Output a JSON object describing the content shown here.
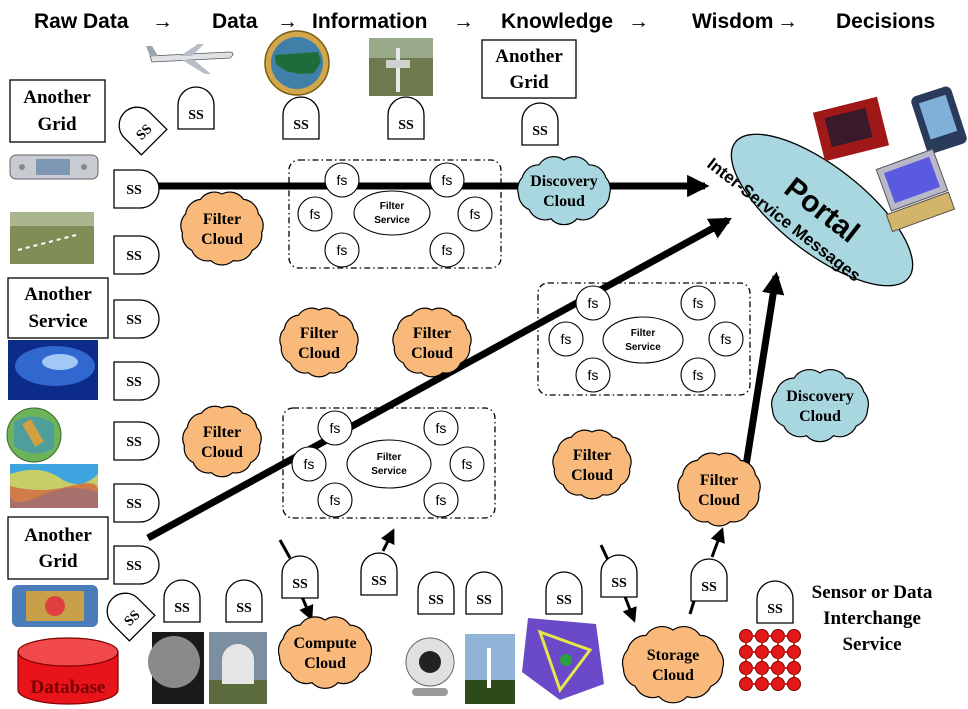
{
  "header": {
    "raw_data": "Raw Data",
    "data": "Data",
    "information": "Information",
    "knowledge": "Knowledge",
    "wisdom": "Wisdom",
    "decisions": "Decisions",
    "arrow": "→"
  },
  "labels": {
    "another_grid": [
      "Another",
      "Grid"
    ],
    "another_service": [
      "Another",
      "Service"
    ],
    "ss": "SS",
    "fs": "fs",
    "filter_service": [
      "Filter",
      "Service"
    ],
    "filter_cloud": [
      "Filter",
      "Cloud"
    ],
    "discovery_cloud": [
      "Discovery",
      "Cloud"
    ],
    "compute_cloud": [
      "Compute",
      "Cloud"
    ],
    "storage_cloud": [
      "Storage",
      "Cloud"
    ],
    "portal": "Portal",
    "inter_service_messages": "Inter-Service Messages",
    "database": "Database",
    "sensor_service": [
      "Sensor or Data",
      "Interchange",
      "Service"
    ]
  },
  "colors": {
    "filter_cloud": "#f9b97a",
    "discovery_cloud": "#a9d7df",
    "portal": "#a9d7df",
    "database": "#e8141a",
    "database_text": "#7a0000"
  },
  "icons": [
    "airplane-icon",
    "us-map-icon",
    "field-sensor-photo",
    "cellphone-icon",
    "field-photo",
    "blue-panel-photo",
    "satellite-icon",
    "weather-map-icon",
    "particle-detector-icon",
    "database-icon",
    "moon-photo",
    "observatory-photo",
    "webcam-icon",
    "tower-photo",
    "network-map-icon",
    "sensor-grid-icon",
    "presenter-photo",
    "pda-icon",
    "laptop-icon"
  ]
}
